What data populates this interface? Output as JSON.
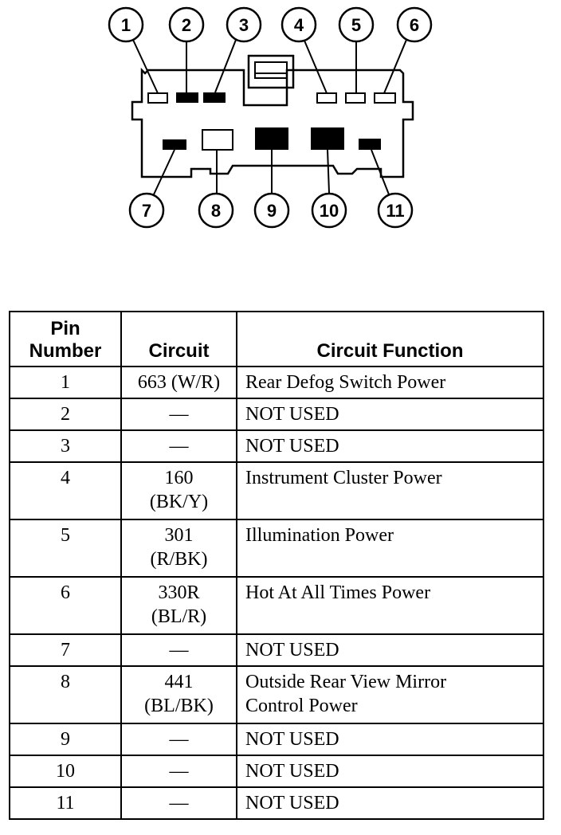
{
  "connector": {
    "pin_callouts": [
      "1",
      "2",
      "3",
      "4",
      "5",
      "6",
      "7",
      "8",
      "9",
      "10",
      "11"
    ]
  },
  "table": {
    "headers": {
      "pin_line1": "Pin",
      "pin_line2": "Number",
      "circuit": "Circuit",
      "function": "Circuit Function"
    },
    "rows": [
      {
        "pin": "1",
        "circuit": "663 (W/R)",
        "circuit2": "",
        "function": "Rear Defog Switch Power",
        "function2": ""
      },
      {
        "pin": "2",
        "circuit": "—",
        "circuit2": "",
        "function": "NOT USED",
        "function2": ""
      },
      {
        "pin": "3",
        "circuit": "—",
        "circuit2": "",
        "function": "NOT USED",
        "function2": ""
      },
      {
        "pin": "4",
        "circuit": "160",
        "circuit2": "(BK/Y)",
        "function": "Instrument Cluster Power",
        "function2": ""
      },
      {
        "pin": "5",
        "circuit": "301",
        "circuit2": "(R/BK)",
        "function": "Illumination Power",
        "function2": ""
      },
      {
        "pin": "6",
        "circuit": "330R",
        "circuit2": "(BL/R)",
        "function": "Hot At All Times Power",
        "function2": ""
      },
      {
        "pin": "7",
        "circuit": "—",
        "circuit2": "",
        "function": "NOT USED",
        "function2": ""
      },
      {
        "pin": "8",
        "circuit": "441",
        "circuit2": "(BL/BK)",
        "function": "Outside Rear View Mirror",
        "function2": "Control Power"
      },
      {
        "pin": "9",
        "circuit": "—",
        "circuit2": "",
        "function": "NOT USED",
        "function2": ""
      },
      {
        "pin": "10",
        "circuit": "—",
        "circuit2": "",
        "function": "NOT USED",
        "function2": ""
      },
      {
        "pin": "11",
        "circuit": "—",
        "circuit2": "",
        "function": "NOT USED",
        "function2": ""
      }
    ]
  }
}
